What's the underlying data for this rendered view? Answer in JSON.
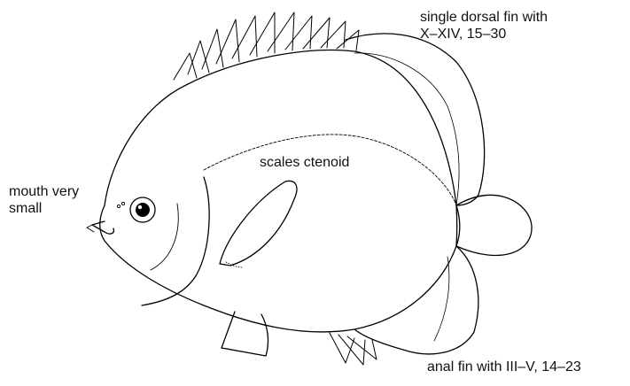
{
  "labels": {
    "dorsal_fin_line1": "single dorsal fin with",
    "dorsal_fin_line2": "X–XIV, 15–30",
    "scales": "scales ctenoid",
    "mouth_line1": "mouth very",
    "mouth_line2": "small",
    "anal_fin": "anal fin with III–V, 14–23"
  },
  "colors": {
    "stroke": "#000000",
    "background": "#ffffff",
    "text": "#111111"
  }
}
